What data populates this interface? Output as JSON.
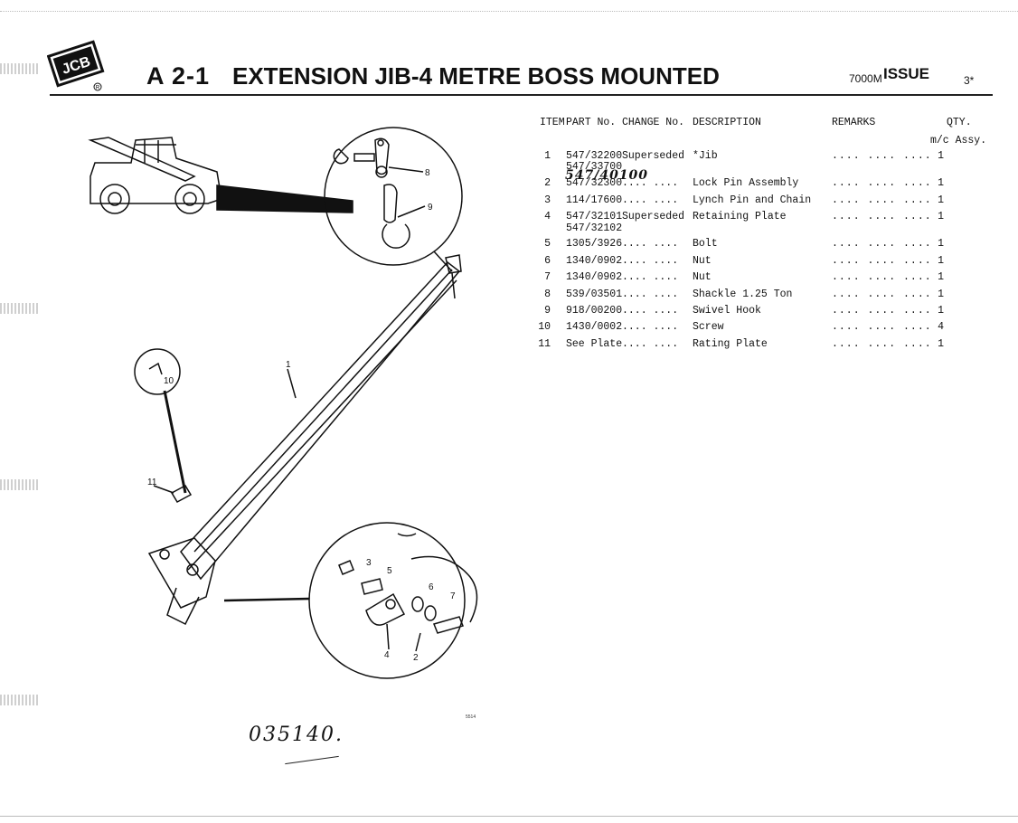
{
  "header": {
    "logo_text": "JCB",
    "section_code": "A 2-1",
    "title": "EXTENSION JIB-4 METRE BOSS MOUNTED",
    "issue_code": "7000M",
    "issue_label": "ISSUE",
    "issue_number": "3*"
  },
  "table": {
    "headers": {
      "item": "ITEM",
      "part": "PART No.",
      "change": "CHANGE No.",
      "description": "DESCRIPTION",
      "remarks": "REMARKS",
      "qty": "QTY.",
      "qty_sub": "m/c Assy."
    },
    "rows": [
      {
        "item": "1",
        "part": "547/32200",
        "change": "Superseded",
        "description": "*Jib",
        "remarks": ".... .... ....",
        "qty": "1"
      },
      {
        "item": "2",
        "part": "547/32300",
        "change": ".... ....",
        "description": "Lock Pin Assembly",
        "remarks": ".... .... ....",
        "qty": "1"
      },
      {
        "item": "3",
        "part": "114/17600",
        "change": ".... ....",
        "description": "Lynch Pin and Chain",
        "remarks": ".... .... ....",
        "qty": "1"
      },
      {
        "item": "4",
        "part": "547/32101",
        "change": "Superseded",
        "description": "Retaining Plate",
        "remarks": ".... .... ....",
        "qty": "1"
      },
      {
        "item": "5",
        "part": "1305/3926",
        "change": ".... ....",
        "description": "Bolt",
        "remarks": ".... .... ....",
        "qty": "1"
      },
      {
        "item": "6",
        "part": "1340/0902",
        "change": ".... ....",
        "description": "Nut",
        "remarks": ".... .... ....",
        "qty": "1"
      },
      {
        "item": "7",
        "part": "1340/0902",
        "change": ".... ....",
        "description": "Nut",
        "remarks": ".... .... ....",
        "qty": "1"
      },
      {
        "item": "8",
        "part": "539/03501",
        "change": ".... ....",
        "description": "Shackle 1.25 Ton",
        "remarks": ".... .... ....",
        "qty": "1"
      },
      {
        "item": "9",
        "part": "918/00200",
        "change": ".... ....",
        "description": "Swivel Hook",
        "remarks": ".... .... ....",
        "qty": "1"
      },
      {
        "item": "10",
        "part": "1430/0002",
        "change": ".... ....",
        "description": "Screw",
        "remarks": ".... .... ....",
        "qty": "4"
      },
      {
        "item": "11",
        "part": "See Plate",
        "change": ".... ....",
        "description": "Rating Plate",
        "remarks": ".... .... ....",
        "qty": "1"
      }
    ],
    "row1_sub_part": "547/33700",
    "row4_sub_part": "547/32102"
  },
  "annotations": {
    "handwritten_part": "547/40100",
    "handwritten_bottom": "035140.",
    "figure_ref": "5514"
  },
  "diagram": {
    "callouts": [
      "1",
      "2",
      "3",
      "4",
      "5",
      "6",
      "7",
      "8",
      "9",
      "10",
      "11"
    ]
  }
}
